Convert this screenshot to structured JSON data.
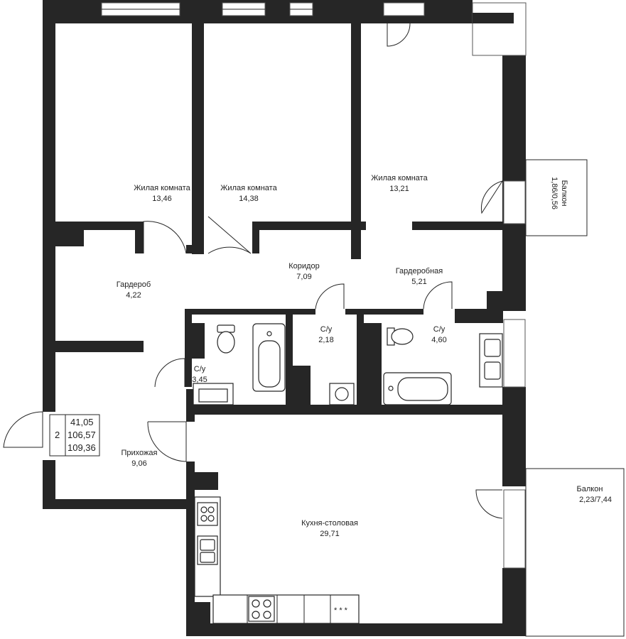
{
  "rooms": {
    "bedroom1": {
      "name": "Жилая комната",
      "area": "13,46"
    },
    "bedroom2": {
      "name": "Жилая комната",
      "area": "14,38"
    },
    "bedroom3": {
      "name": "Жилая комната",
      "area": "13,21"
    },
    "wardrobe": {
      "name": "Гардероб",
      "area": "4,22"
    },
    "corridor": {
      "name": "Коридор",
      "area": "7,09"
    },
    "dressing": {
      "name": "Гардеробная",
      "area": "5,21"
    },
    "bath1": {
      "name": "С/у",
      "area": "2,18"
    },
    "bath2": {
      "name": "С/у",
      "area": "4,60"
    },
    "bath3": {
      "name": "С/у",
      "area": "3,45"
    },
    "hall": {
      "name": "Прихожая",
      "area": "9,06"
    },
    "kitchen": {
      "name": "Кухня-столовая",
      "area": "29,71"
    },
    "balcony_small": {
      "name": "Балкон",
      "area": "1,86/0,56"
    },
    "balcony_large": {
      "name": "Балкон",
      "area": "2,23/7,44"
    }
  },
  "summary": {
    "room_count": "2",
    "living_area": "41,05",
    "total_area": "106,57",
    "total_with_balcony": "109,36"
  },
  "colors": {
    "wall": "#262626",
    "background": "#ffffff"
  },
  "icons": {
    "stove": "stove-icon",
    "sink": "sink-icon",
    "toilet": "toilet-icon",
    "bathtub": "bathtub-icon",
    "washer": "washer-icon"
  }
}
